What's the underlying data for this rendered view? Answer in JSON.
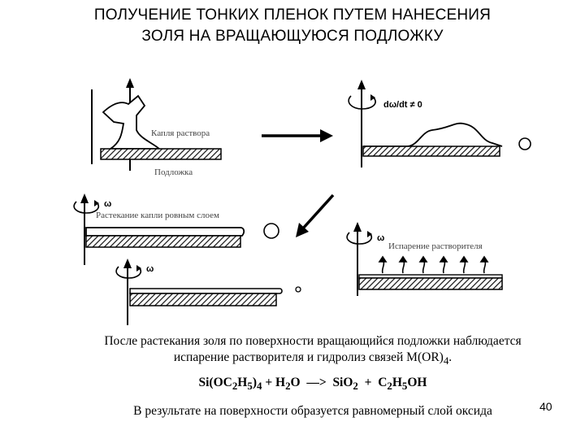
{
  "title": {
    "line1": "ПОЛУЧЕНИЕ ТОНКИХ ПЛЕНОК ПУТЕМ НАНЕСЕНИЯ",
    "line2": "ЗОЛЯ НА ВРАЩАЮЩУЮСЯ ПОДЛОЖКУ"
  },
  "diagram": {
    "label_drop": "Капля раствора",
    "label_substrate": "Подложка",
    "label_spreading": "Растекание капли ровным слоем",
    "label_evaporation": "Испарение растворителя",
    "label_dwdt": "dω/dt ≠ 0",
    "omega": "ω"
  },
  "text": {
    "description_line1": "После растекания золя по поверхности вращающийся подложки наблюдается",
    "description_line2": "испарение растворителя и гидролиз связей M(OR)",
    "description_sub": "4",
    "description_end": ".",
    "result": "В результате на поверхности образуется равномерный слой оксида"
  },
  "reaction": {
    "r1": "Si(OC",
    "r1_s1": "2",
    "r1_b": "H",
    "r1_s2": "5",
    "r1_c": ")",
    "r1_s3": "4",
    "plus1": " + H",
    "h2o_s": "2",
    "h2o_end": "O",
    "arrow": "  —>  ",
    "p1": "SiO",
    "p1_s": "2",
    "plus2": "  +  C",
    "p2_s1": "2",
    "p2_b": "H",
    "p2_s2": "5",
    "p2_c": "OH"
  },
  "page_number": "40"
}
